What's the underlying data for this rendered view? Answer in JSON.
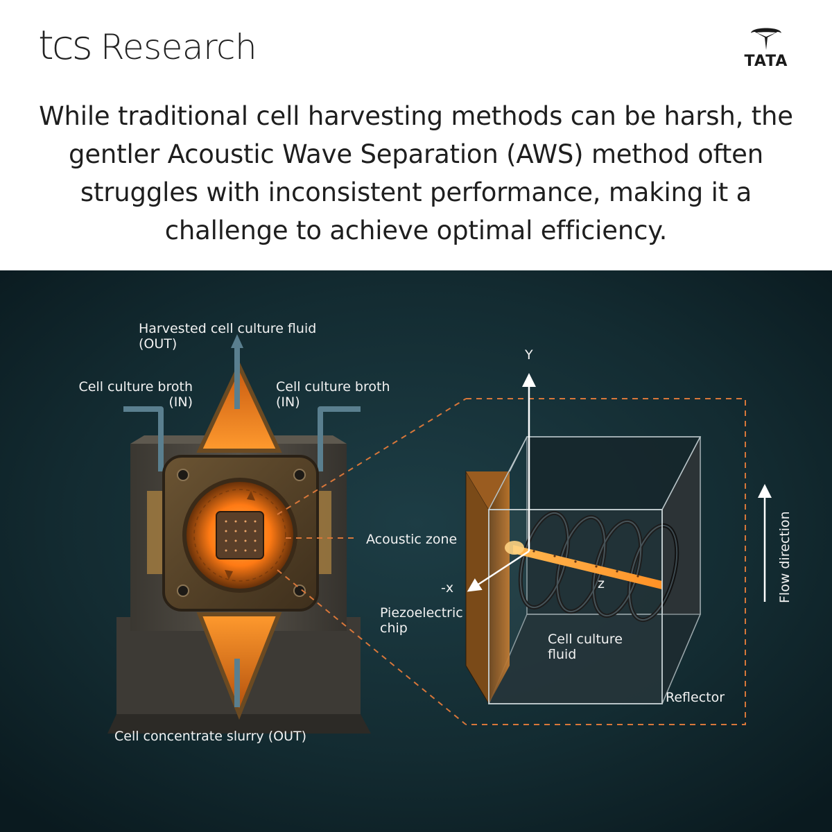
{
  "header": {
    "brand_mark": "tcs",
    "brand_word": "Research",
    "partner_logo": "TATA",
    "headline": "While traditional cell harvesting methods can be harsh, the gentler Acoustic Wave Separation (AWS) method often struggles with inconsistent performance, making it a challenge to achieve optimal efficiency."
  },
  "diagram": {
    "labels": {
      "harvested_line1": "Harvested cell culture fluid",
      "harvested_line2": "(OUT)",
      "broth_left_line1": "Cell culture broth",
      "broth_left_line2": "(IN)",
      "broth_right_line1": "Cell culture broth",
      "broth_right_line2": "(IN)",
      "acoustic_zone": "Acoustic zone",
      "axis_y": "Y",
      "axis_x": "-x",
      "axis_z": "z",
      "piezo_line1": "Piezoelectric",
      "piezo_line2": "chip",
      "fluid_line1": "Cell culture",
      "fluid_line2": "fluid",
      "reflector": "Reflector",
      "flow_direction": "Flow direction",
      "slurry": "Cell concentrate slurry (OUT)"
    },
    "colors": {
      "background": "#0f2329",
      "glow": "#ff8a1e",
      "dashed_line": "#d9773a",
      "tube": "#5a7f8f",
      "housing": "#4a463f"
    }
  }
}
